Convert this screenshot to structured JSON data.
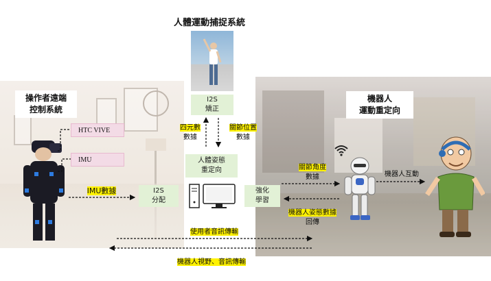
{
  "title": "人體運動捕捉系統",
  "left_title": [
    "操作者遠端",
    "控制系統"
  ],
  "right_title": [
    "機器人",
    "運動重定向"
  ],
  "boxes": {
    "i2s_correct": [
      "I2S",
      "矯正"
    ],
    "pose_retarget": [
      "人體姿態",
      "重定向"
    ],
    "i2s_dist": [
      "I2S",
      "分配"
    ],
    "rl": [
      "強化",
      "學習"
    ],
    "htc": "HTC VIVE",
    "imu": "IMU"
  },
  "labels": {
    "quaternion": [
      "四元數",
      "數據"
    ],
    "joint_pos": [
      "關節位置",
      "數據"
    ],
    "imu_data": "IMU數據",
    "joint_angle": [
      "關節角度",
      "數據"
    ],
    "robot_pose": [
      "機器人姿態數據",
      "回傳"
    ],
    "hri": "機器人互動",
    "user_audio": "使用者音訊傳輸",
    "robot_view": "機器人視野、音訊傳輸"
  },
  "colors": {
    "green": "#e2f1d6",
    "pink": "#f3dbe6",
    "highlight": "#fff200"
  },
  "icons": [
    "avatar-3d-icon",
    "vr-operator-figure",
    "computer-icon",
    "nao-robot-figure",
    "wifi-icon",
    "elderly-man-figure"
  ]
}
